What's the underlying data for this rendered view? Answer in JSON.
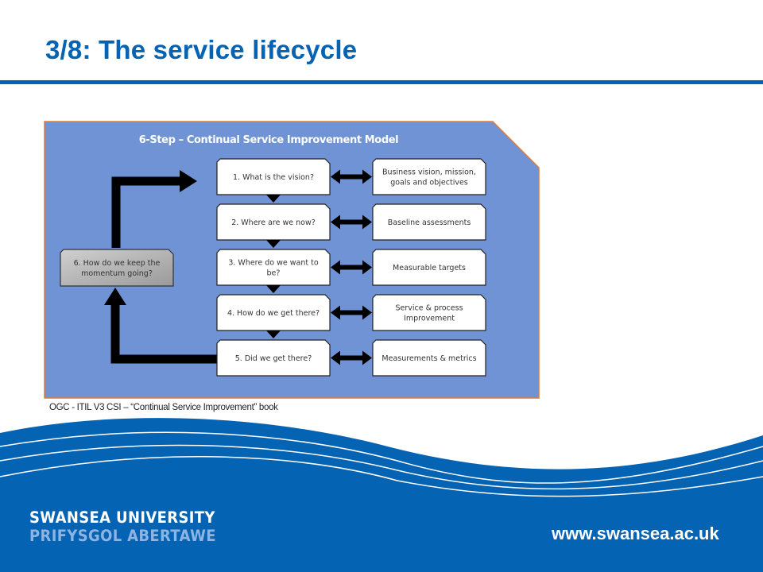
{
  "slide": {
    "title": "3/8: The service lifecycle",
    "colors": {
      "brand_blue": "#0563b4",
      "diagram_bg": "#6f93d4",
      "diagram_border": "#e07b39",
      "box_fill": "#ffffff",
      "momentum_box_fill": "#b4b4b4",
      "arrow": "#000000"
    }
  },
  "diagram": {
    "title": "6-Step – Continual Service Improvement Model",
    "steps": [
      {
        "label_lines": [
          "1. What is the vision?"
        ],
        "related_lines": [
          "Business vision, mission,",
          "goals and objectives"
        ]
      },
      {
        "label_lines": [
          "2. Where are we now?"
        ],
        "related_lines": [
          "Baseline assessments"
        ]
      },
      {
        "label_lines": [
          "3. Where do we want to",
          "be?"
        ],
        "related_lines": [
          "Measurable targets"
        ]
      },
      {
        "label_lines": [
          "4. How do we get there?"
        ],
        "related_lines": [
          "Service & process",
          "Improvement"
        ]
      },
      {
        "label_lines": [
          "5. Did we get there?"
        ],
        "related_lines": [
          "Measurements & metrics"
        ]
      }
    ],
    "loop_step": {
      "label_lines": [
        "6. How do we keep the",
        "momentum going?"
      ]
    },
    "caption": "OGC - ITIL V3 CSI – “Continual Service Improvement” book"
  },
  "footer": {
    "university_en": "SWANSEA UNIVERSITY",
    "university_cy": "PRIFYSGOL ABERTAWE",
    "url": "www.swansea.ac.uk"
  }
}
